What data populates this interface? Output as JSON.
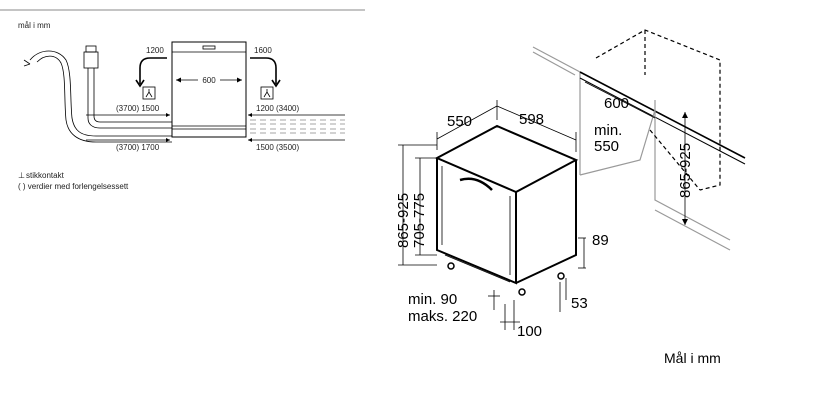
{
  "left_panel": {
    "unit_label": "mål i mm",
    "dims": {
      "d1200_left": "1200",
      "d1600_right": "1600",
      "d600": "600",
      "d3700_1500": "(3700) 1500",
      "d1200_3400": "1200 (3400)",
      "d3700_1700": "(3700) 1700",
      "d1500_3500": "1500 (3500)"
    },
    "legend": {
      "socket_symbol": "⊥",
      "socket_text": "stikkontakt",
      "paren_text": "( ) verdier med forlengelsessett"
    }
  },
  "right_panel": {
    "dims": {
      "depth": "550",
      "width": "598",
      "niche_width": "600",
      "niche_depth_min_label": "min.",
      "niche_depth_min_value": "550",
      "height_range": "865-925",
      "inner_height_range": "705-775",
      "niche_height_range": "865-925",
      "plinth_height": "89",
      "gap_min": "min. 90",
      "gap_max": "maks. 220",
      "plinth_offset": "53",
      "plinth_depth": "100"
    },
    "unit_label": "Mål i mm"
  },
  "colors": {
    "line": "#000000",
    "wall": "#9a9a9a",
    "divider": "#999999"
  }
}
